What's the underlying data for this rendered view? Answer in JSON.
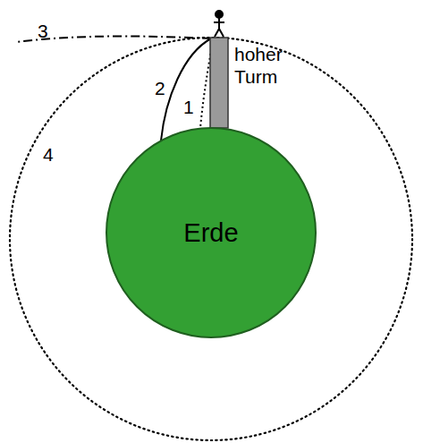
{
  "diagram": {
    "nodes": [
      {
        "text": [
          "Erde"
        ]
      }
    ],
    "labels": [
      "3",
      "2",
      "1",
      "4",
      "hoher Turm"
    ]
  }
}
